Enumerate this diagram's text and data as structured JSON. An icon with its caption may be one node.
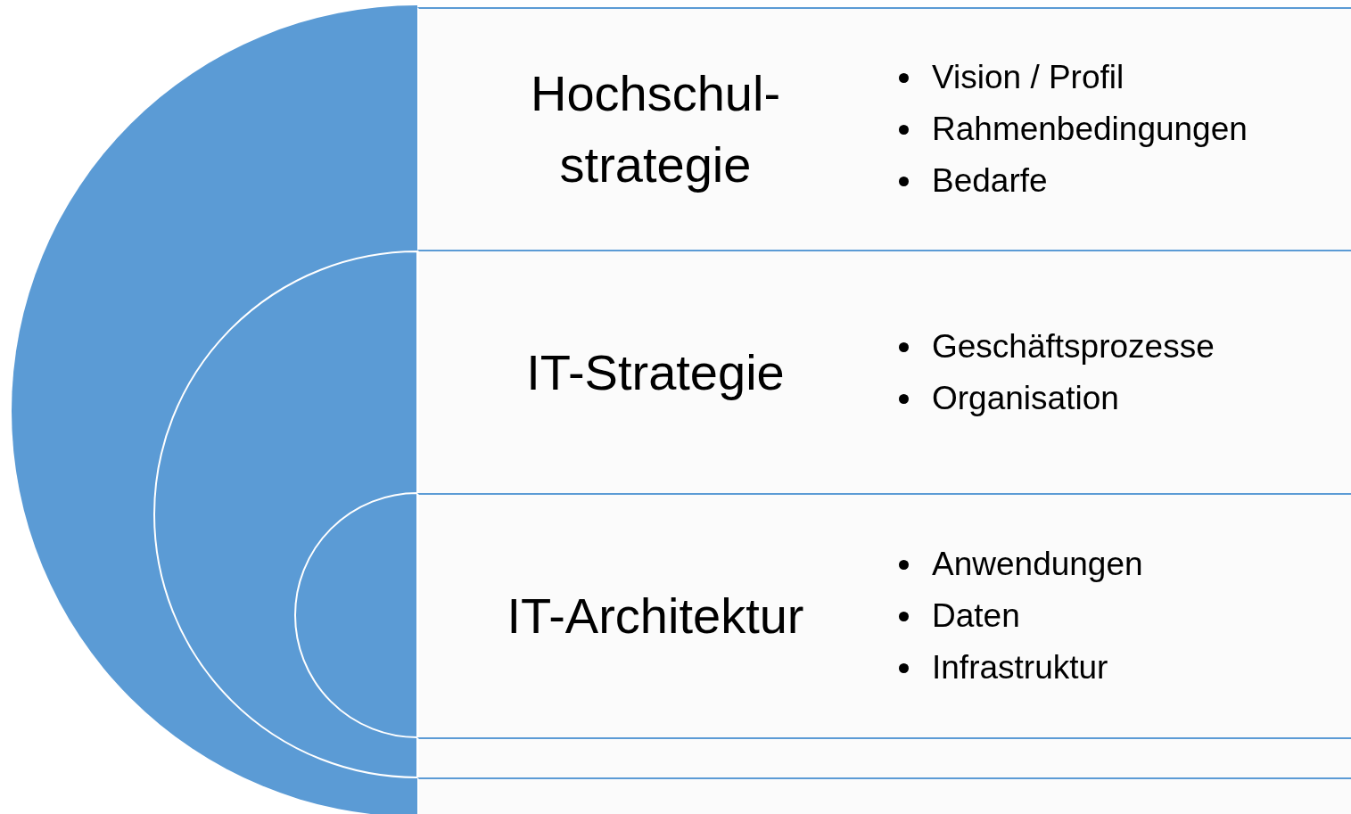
{
  "diagram": {
    "nodes": [
      {
        "text": [
          "Hochschul- strategie",
          "Vision / Profil",
          "Rahmenbedingungen",
          "Bedarfe"
        ]
      },
      {
        "text": [
          "IT-Strategie",
          "Geschäftsprozesse",
          "Organisation"
        ]
      },
      {
        "text": [
          "IT-Architektur",
          "Anwendungen",
          "Daten",
          "Infrastruktur"
        ]
      },
      {
        "text": [],
        "shape": "box"
      },
      {
        "text": [],
        "shape": "box"
      }
    ]
  }
}
